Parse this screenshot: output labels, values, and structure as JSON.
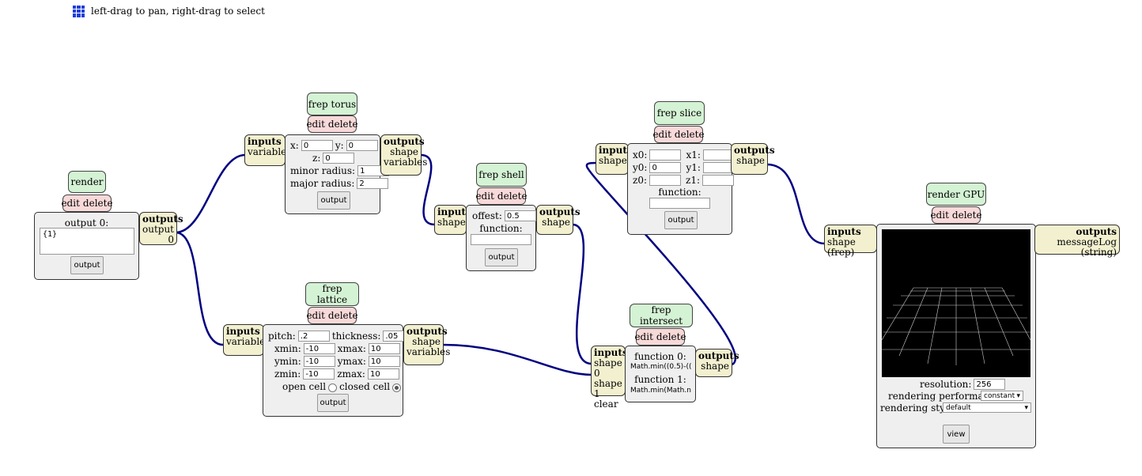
{
  "hint": {
    "text": "left-drag to pan, right-drag to select",
    "icon": "grid-icon"
  },
  "controls": {
    "edit": "edit",
    "delete": "delete"
  },
  "io": {
    "inputs": "inputs",
    "outputs": "outputs",
    "variables": "variables",
    "shape": "shape",
    "output0": "output 0",
    "shape0": "shape 0",
    "shape1": "shape 1",
    "clear": "clear",
    "shape_frep": "shape (frep)",
    "messagelog": "messageLog (string)"
  },
  "output_button": "output",
  "render": {
    "title": "render",
    "output_label": "output 0:",
    "output_value": "{1}"
  },
  "torus": {
    "title": "frep torus",
    "x_label": "x:",
    "x": "0",
    "y_label": "y:",
    "y": "0",
    "z_label": "z:",
    "z": "0",
    "minor_label": "minor radius:",
    "minor": "1",
    "major_label": "major radius:",
    "major": "2"
  },
  "lattice": {
    "title": "frep lattice",
    "pitch_label": "pitch:",
    "pitch": ".2",
    "thickness_label": "thickness:",
    "thickness": ".05",
    "xmin_label": "xmin:",
    "xmin": "-10",
    "xmax_label": "xmax:",
    "xmax": "10",
    "ymin_label": "ymin:",
    "ymin": "-10",
    "ymax_label": "ymax:",
    "ymax": "10",
    "zmin_label": "zmin:",
    "zmin": "-10",
    "zmax_label": "zmax:",
    "zmax": "10",
    "open_label": "open cell",
    "closed_label": "closed cell",
    "open_checked": false,
    "closed_checked": true
  },
  "shell": {
    "title": "frep shell",
    "offset_label": "offest:",
    "offset": "0.5",
    "function_label": "function:",
    "function": ""
  },
  "intersect": {
    "title": "frep intersect",
    "f0_label": "function 0:",
    "f0": "Math.min((0.5)-((",
    "f1_label": "function 1:",
    "f1": "Math.min(Math.n"
  },
  "slice": {
    "title": "frep slice",
    "x0_label": "x0:",
    "x0": "",
    "x1_label": "x1:",
    "x1": "",
    "y0_label": "y0:",
    "y0": "0",
    "y1_label": "y1:",
    "y1": "",
    "z0_label": "z0:",
    "z0": "",
    "z1_label": "z1:",
    "z1": "",
    "function_label": "function:",
    "function": ""
  },
  "render_gpu": {
    "title": "render GPU",
    "resolution_label": "resolution:",
    "resolution": "256",
    "performance_label": "rendering performance:",
    "performance": "constant",
    "style_label": "rendering style:",
    "style": "default",
    "view_button": "view"
  },
  "colors": {
    "wire": "#000080",
    "title_bg": "#d4f2d4",
    "ctrl_bg": "#f8d9d9",
    "io_bg": "#f2f0cf",
    "body_bg": "#efefef",
    "icon": "#1e3fd8"
  }
}
